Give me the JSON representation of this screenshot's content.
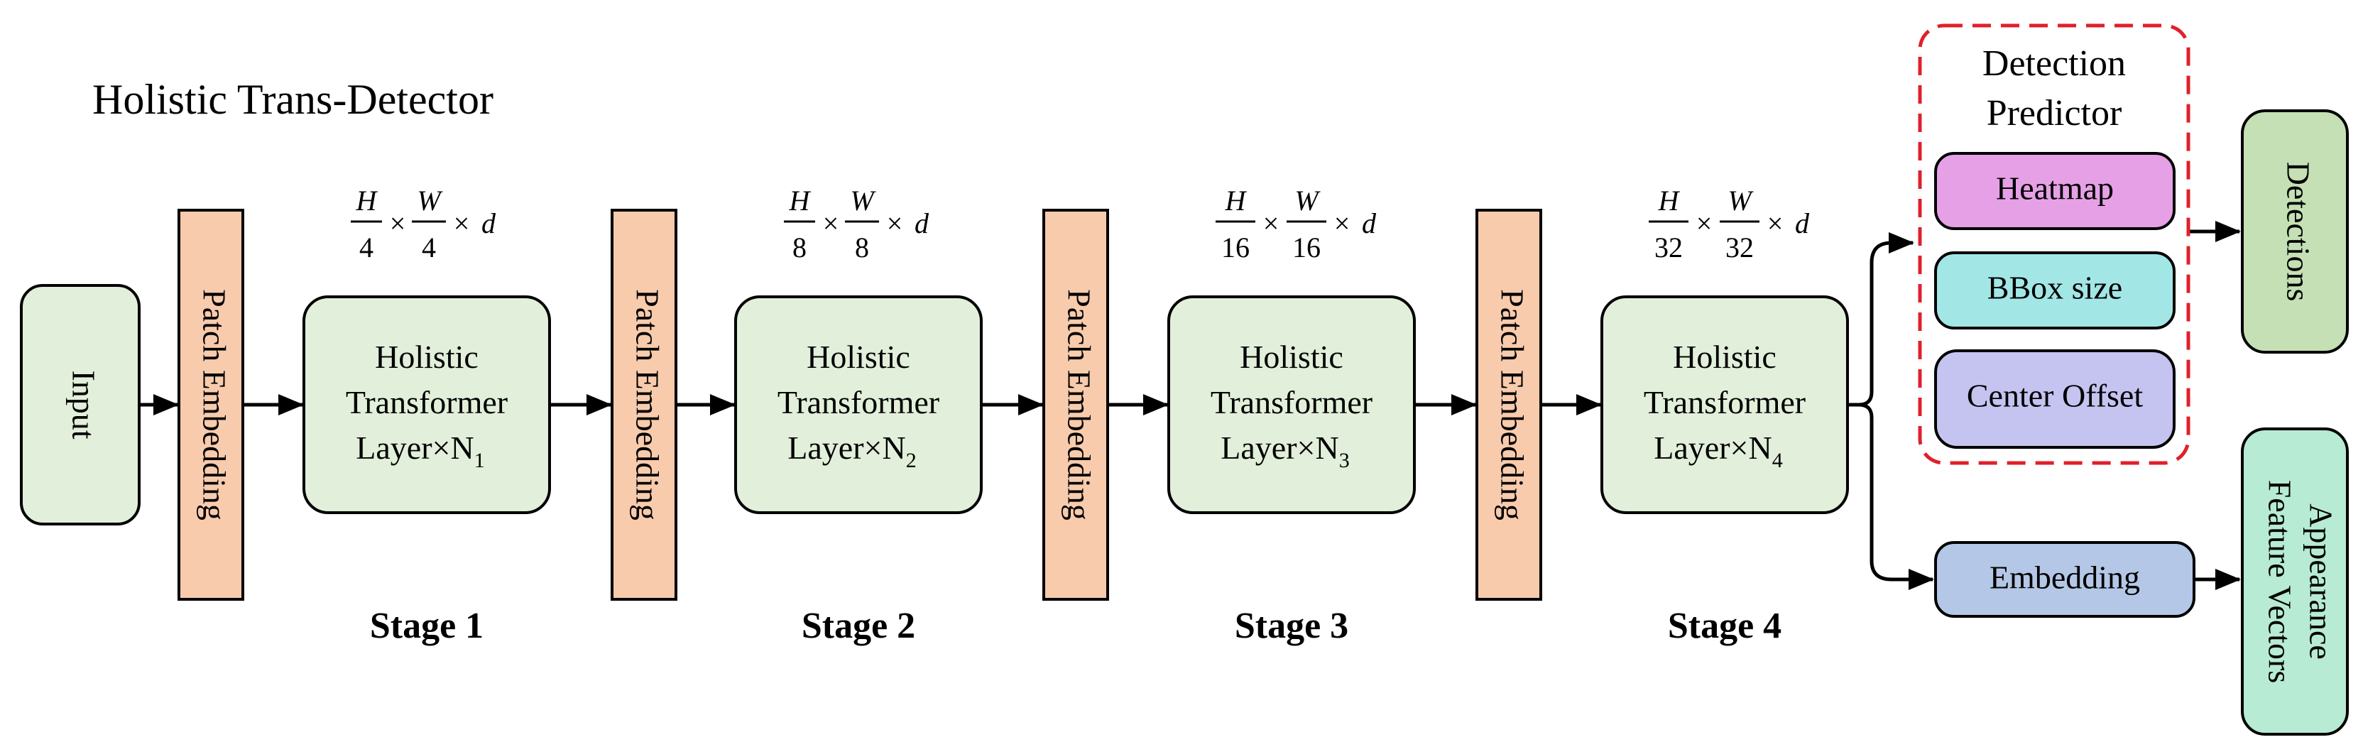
{
  "title": "Holistic Trans-Detector",
  "colors": {
    "input_fill": "#e2efda",
    "patch_fill": "#f8cbad",
    "layer_fill": "#e2efda",
    "heatmap_fill": "#e6a1e6",
    "bbox_fill": "#a3e6e6",
    "center_fill": "#c5c3f0",
    "embedding_fill": "#b4c7e7",
    "detections_fill": "#c5e0b4",
    "appearance_fill": "#b7ebd4",
    "predictor_border": "#e0202a"
  },
  "input_label": "Input",
  "patch_label": "Patch Embedding",
  "layer": {
    "line1": "Holistic",
    "line2": "Transformer",
    "line3": "Layer×N"
  },
  "stages": [
    {
      "name": "Stage 1",
      "denominator": "4",
      "n": "1"
    },
    {
      "name": "Stage 2",
      "denominator": "8",
      "n": "2"
    },
    {
      "name": "Stage 3",
      "denominator": "16",
      "n": "3"
    },
    {
      "name": "Stage 4",
      "denominator": "32",
      "n": "4"
    }
  ],
  "dims": {
    "h": "H",
    "w": "W",
    "d": "d",
    "times": "×"
  },
  "predictor": {
    "title_line1": "Detection",
    "title_line2": "Predictor",
    "heads": [
      "Heatmap",
      "BBox size",
      "Center Offset"
    ]
  },
  "embedding_label": "Embedding",
  "detections_label": "Detections",
  "appearance": {
    "line1": "Appearance",
    "line2": "Feature Vectors"
  }
}
